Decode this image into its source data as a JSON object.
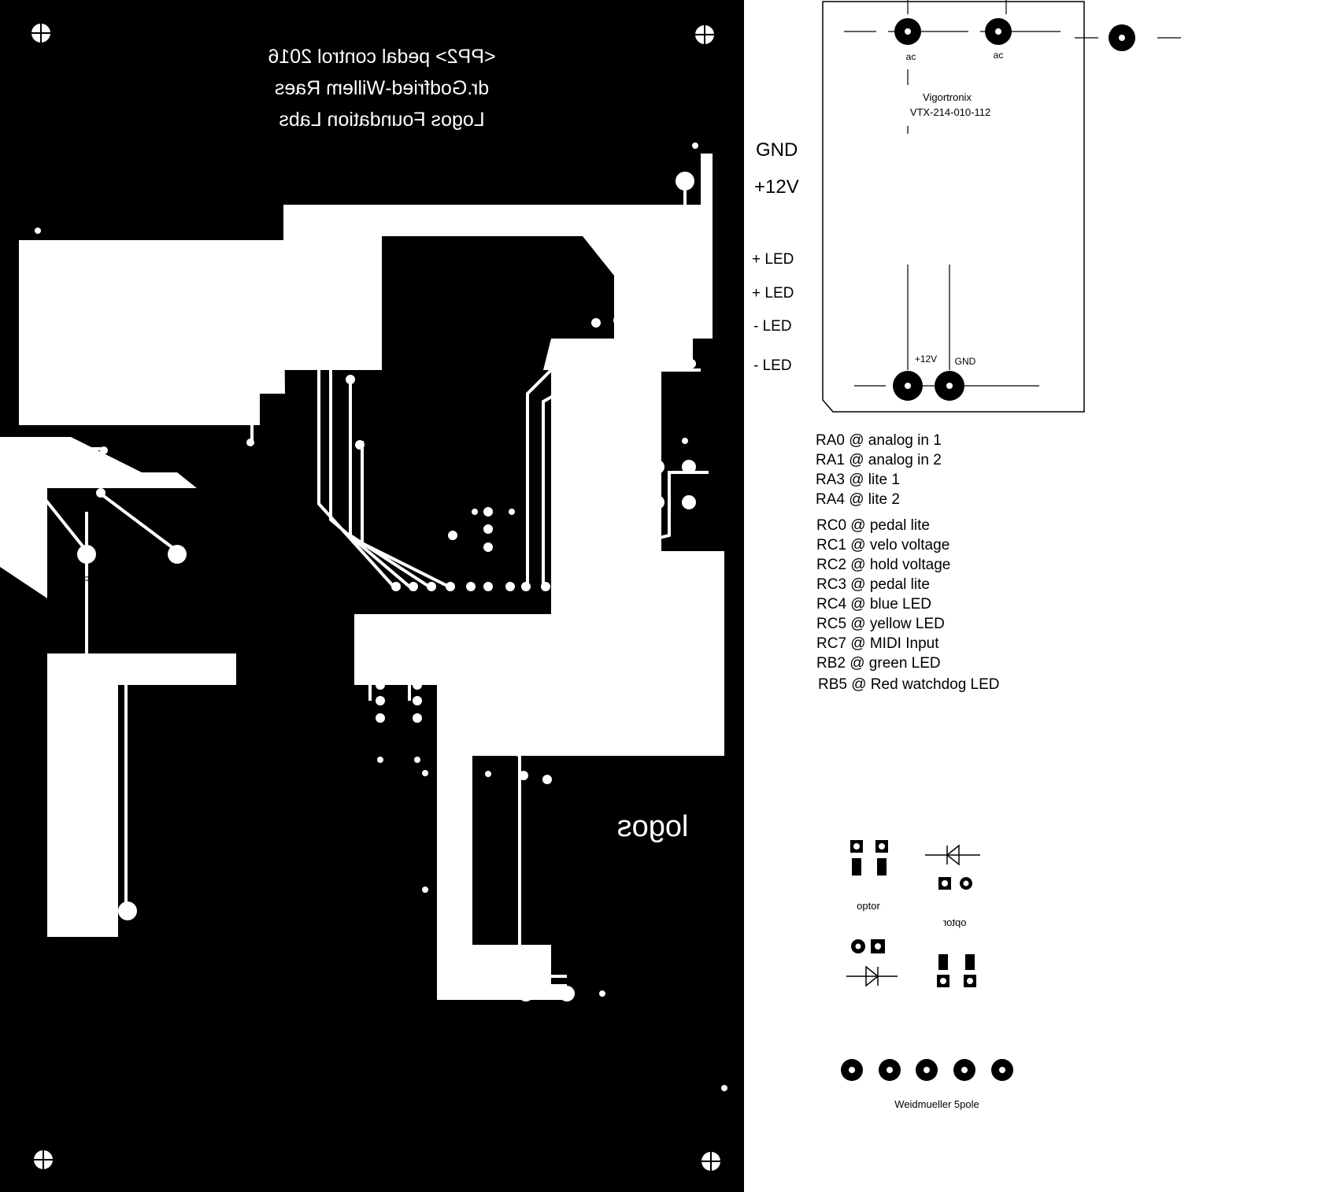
{
  "board": {
    "title_lines": [
      "<PP2> pedal control 2016",
      "dr.Godfried-Willem Raes",
      "Logos Foundation Labs"
    ],
    "logo_text": "logos",
    "transformer_label": [
      "Vigortronix",
      "VTX-214-010-112"
    ],
    "ac_label": "ac"
  },
  "power_labels": [
    "GND",
    "+12V"
  ],
  "led_labels": [
    "+ LED",
    "+ LED",
    "- LED",
    "- LED"
  ],
  "transformer_footprint": {
    "name": "Vigortronix",
    "part": "VTX-214-010-112",
    "ac_label": "ac",
    "v12_label": "+12V",
    "gnd_label": "GND"
  },
  "pin_map": [
    "RA0 @ analog in 1",
    "RA1 @ analog in 2",
    "RA3 @ lite 1",
    "RA4 @ lite 2",
    "RC0 @ pedal lite",
    "RC1 @ velo voltage",
    "RC2 @ hold voltage",
    "RC3 @ pedal lite",
    "RC4 @ blue LED",
    "RC5 @ yellow LED",
    "RC7 @ MIDI Input",
    "RB2 @ green LED",
    "RB5 @ Red watchdog LED"
  ],
  "parts": {
    "optor_label": "optor",
    "connector_label": "Weidmueller 5pole"
  },
  "colors": {
    "copper": "#000000",
    "background": "#ffffff"
  }
}
